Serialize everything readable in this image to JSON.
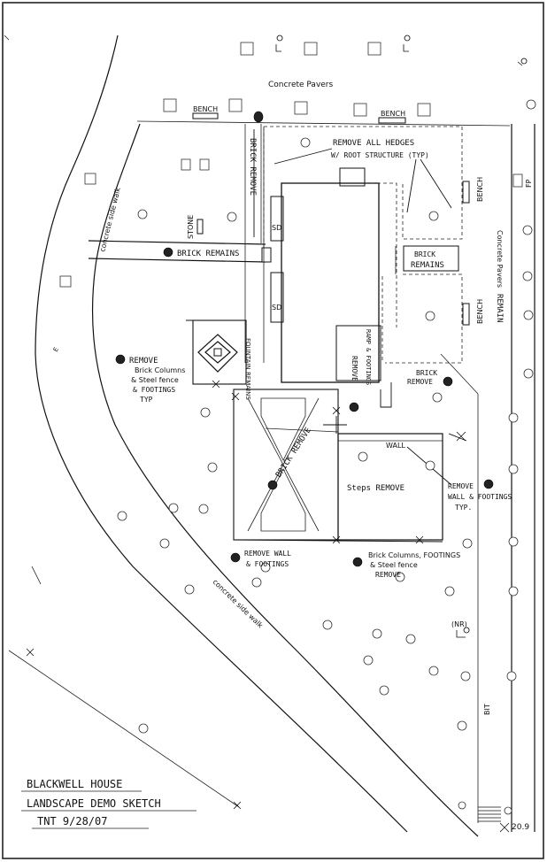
{
  "labels": {
    "concrete_pavers_top": "Concrete Pavers",
    "concrete_pavers_right": "Concrete Pavers",
    "bench_left": "BENCH",
    "bench_mid": "BENCH",
    "bench_right_top": "BENCH",
    "bench_right_mid": "BENCH",
    "fp": "FP",
    "remove_hedges_1": "REMOVE ALL HEDGES",
    "remove_hedges_2": "W/ ROOT STRUCTURE (TYP)",
    "brick_remove_vertical": "BRICK REMOVE",
    "stone": "STONE",
    "sd_top": "SD",
    "sd_bottom": "SD",
    "brick_remains_left": "BRICK REMAINS",
    "brick_remains_right_1": "BRICK",
    "brick_remains_right_2": "REMAINS",
    "remain_right": "REMAIN",
    "fountain_remains": "FOUNTAIN REMAINS",
    "remove_ramp_1": "REMOVE",
    "remove_ramp_2": "RAMP & FOOTINGS",
    "brick_remove_right_1": "BRICK",
    "brick_remove_right_2": "REMOVE",
    "remove_cols_1": "REMOVE",
    "remove_cols_2": "Brick Columns",
    "remove_cols_3": "& Steel fence",
    "remove_cols_4": "& FOOTINGS",
    "remove_cols_5": "TYP",
    "brick_remove_diag": "BRICK REMOVE",
    "wall": "WALL",
    "steps_remove": "Steps REMOVE",
    "remove_wall_right_1": "REMOVE",
    "remove_wall_right_2": "WALL & FOOTINGS",
    "remove_wall_right_3": "TYP.",
    "remove_wall_bottom_1": "REMOVE WALL",
    "remove_wall_bottom_2": "& FOOTINGS",
    "bottom_cols_1": "Brick Columns, FOOTINGS",
    "bottom_cols_2": "& Steel fence",
    "bottom_cols_3": "REMOVE",
    "sidewalk_left": "concrete side walk",
    "sidewalk_bottom": "concrete side walk",
    "nr": "(NR)",
    "bit": "BIT",
    "e_mark": "E",
    "elevation": "20.9"
  },
  "title_block": {
    "line1": "BLACKWELL HOUSE",
    "line2": "LANDSCAPE DEMO SKETCH",
    "line3": "TNT 9/28/07"
  }
}
